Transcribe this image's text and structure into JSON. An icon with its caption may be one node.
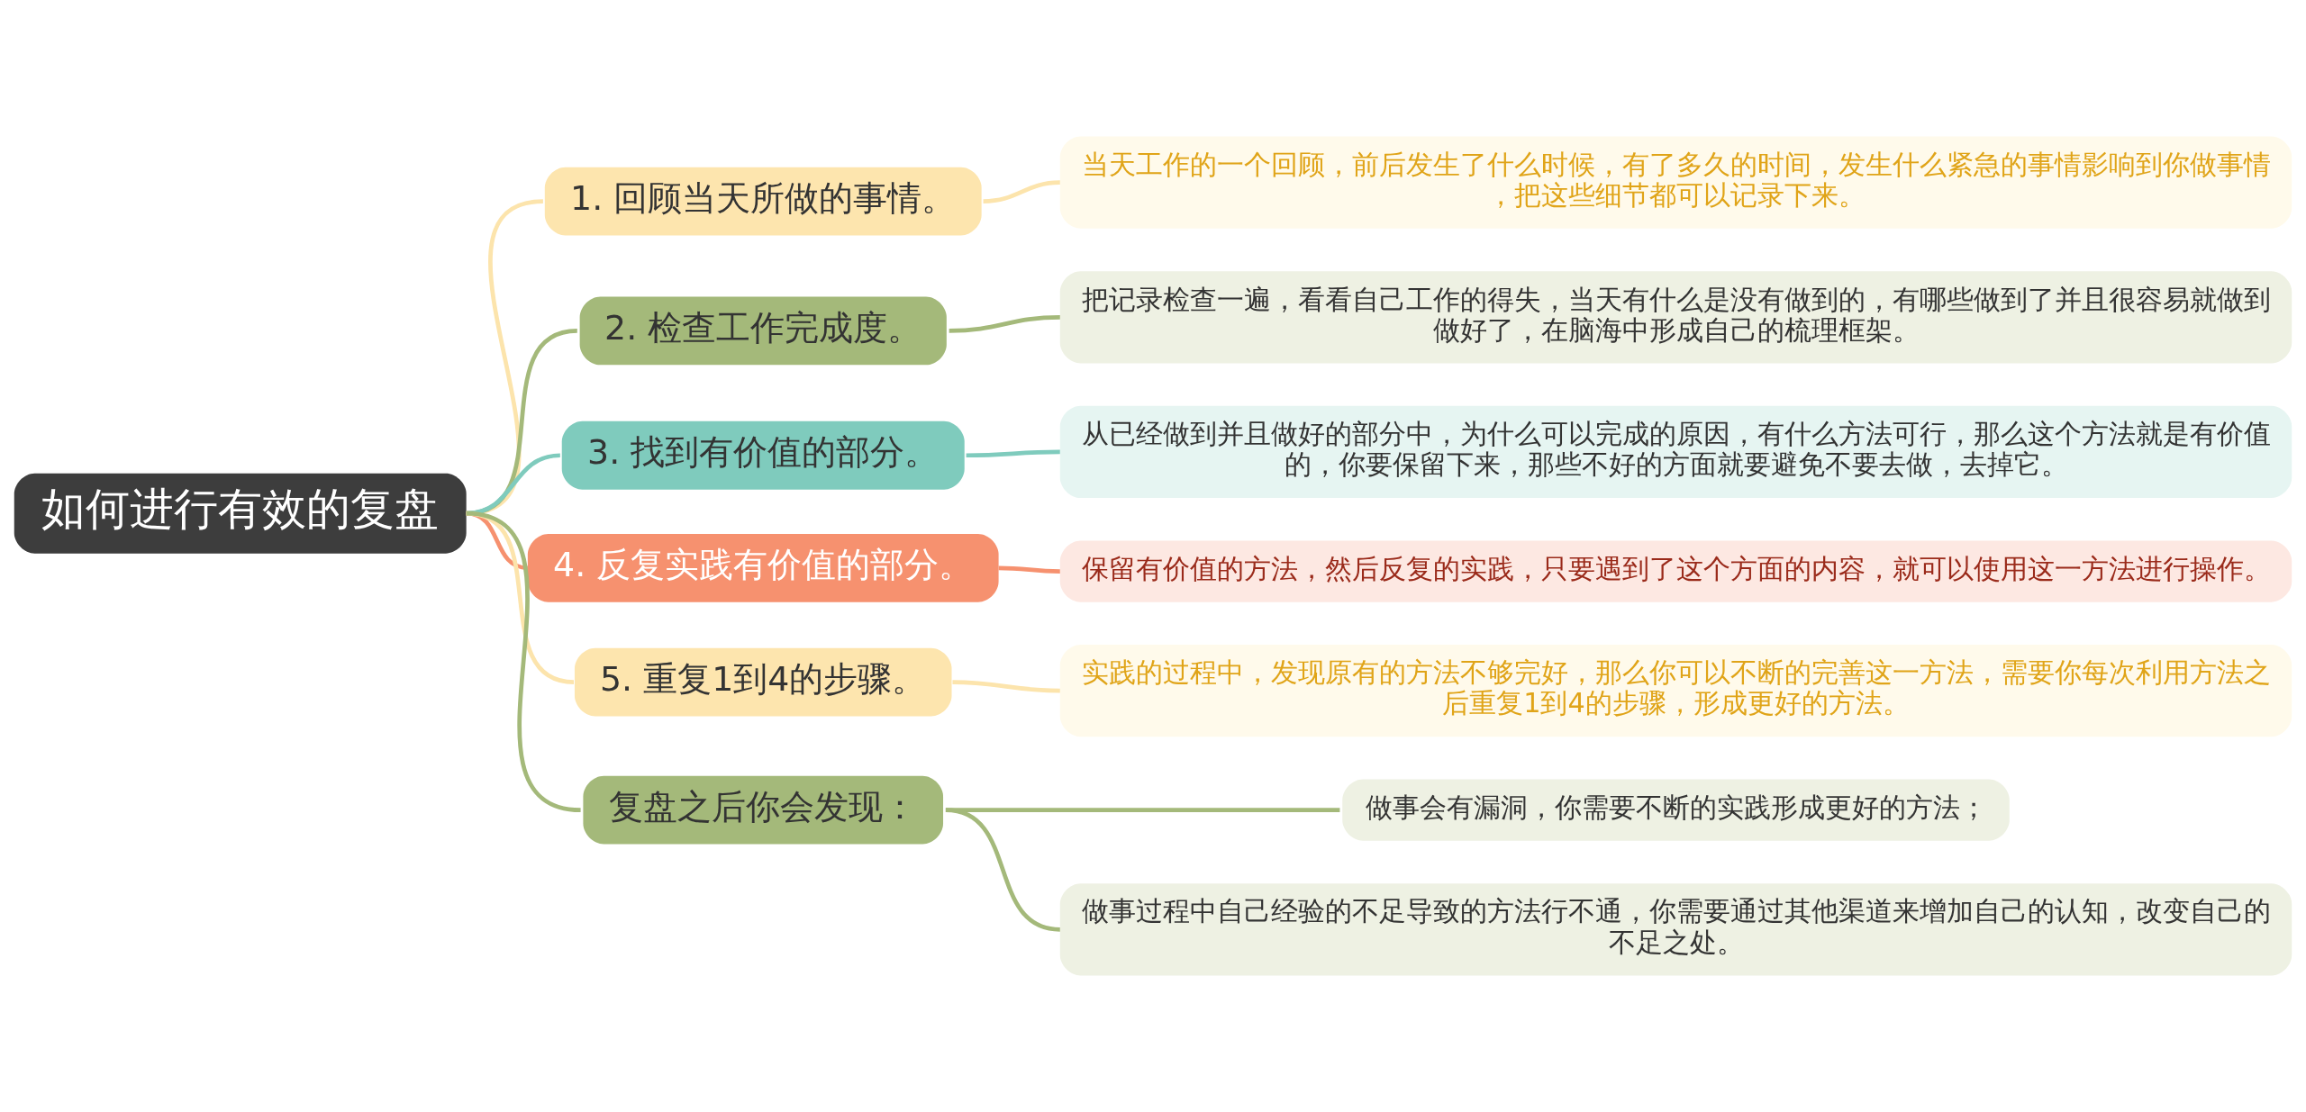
{
  "diagram": {
    "nodes": [
      {
        "text": [
          "如何进行有效的复盘"
        ]
      },
      {
        "text": [
          "1. 回顾当天所做的事情。"
        ]
      },
      {
        "text": [
          "当天工作的一个回顾，前后发生了什么时候，有了多久的时间，发生什么紧急的事情影响到你做事情，把这些细节都可以记录下来。"
        ]
      },
      {
        "text": [
          "2. 检查工作完成度。"
        ]
      },
      {
        "text": [
          "把记录检查一遍，看看自己工作的得失，当天有什么是没有做到的，有哪些做到了并且很容易就做到做好了，在脑海中形成自己的梳理框架。"
        ]
      },
      {
        "text": [
          "3. 找到有价值的部分。"
        ]
      },
      {
        "text": [
          "从已经做到并且做好的部分中，为什么可以完成的原因，有什么方法可行，那么这个方法就是有价值的，你要保留下来，那些不好的方面就要避免不要去做，去掉它。"
        ]
      },
      {
        "text": [
          "4. 反复实践有价值的部分。"
        ]
      },
      {
        "text": [
          "保留有价值的方法，然后反复的实践，只要遇到了这个方面的内容，就可以使用这一方法进行操作。"
        ]
      },
      {
        "text": [
          "5. 重复1到4的步骤。"
        ]
      },
      {
        "text": [
          "实践的过程中，发现原有的方法不够完好，那么你可以不断的完善这一方法，需要你每次利用方法之后重复1到4的步骤，形成更好的方法。"
        ]
      },
      {
        "text": [
          "复盘之后你会发现："
        ]
      },
      {
        "text": [
          "做事会有漏洞，你需要不断的实践形成更好的方法；"
        ]
      },
      {
        "text": [
          "做事过程中自己经验的不足导致的方法行不通，你需要通过其他渠道来增加自己的认知，改变自己的不足之处。"
        ]
      }
    ],
    "edges": [
      {
        "from": 0,
        "to": 1,
        "arrow": "none",
        "color": "#fce4ac"
      },
      {
        "from": 1,
        "to": 2,
        "arrow": "none",
        "color": "#fce4ac"
      },
      {
        "from": 0,
        "to": 3,
        "arrow": "none"
      },
      {
        "from": 3,
        "to": 4,
        "arrow": "none"
      },
      {
        "from": 0,
        "to": 5,
        "arrow": "none",
        "color": "#7fcbbd"
      },
      {
        "from": 5,
        "to": 6,
        "arrow": "none",
        "color": "#7fcbbd"
      },
      {
        "from": 0,
        "to": 7,
        "arrow": "none",
        "color": "#f6916f"
      },
      {
        "from": 7,
        "to": 8,
        "arrow": "none",
        "color": "#f6916f"
      },
      {
        "from": 0,
        "to": 9,
        "arrow": "none",
        "color": "#fce4ac"
      },
      {
        "from": 9,
        "to": 10,
        "arrow": "none",
        "color": "#fce4ac"
      },
      {
        "from": 0,
        "to": 11,
        "arrow": "none"
      },
      {
        "from": 11,
        "to": 12,
        "arrow": "none"
      },
      {
        "from": 11,
        "to": 13,
        "arrow": "none"
      }
    ]
  }
}
